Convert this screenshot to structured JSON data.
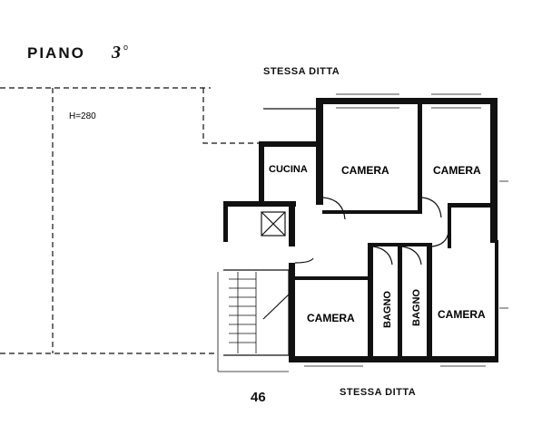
{
  "plan": {
    "title": "PIANO",
    "floor_number": "3",
    "floor_suffix": "o",
    "height_note": "H=280",
    "neighbor_top": "STESSA DITTA",
    "neighbor_bottom": "STESSA DITTA",
    "page_number": "46"
  },
  "rooms": {
    "cucina": "CUCINA",
    "camera_1": "CAMERA",
    "camera_2": "CAMERA",
    "camera_3": "CAMERA",
    "camera_4": "CAMERA",
    "bagno_1": "BAGNO",
    "bagno_2": "BAGNO"
  }
}
